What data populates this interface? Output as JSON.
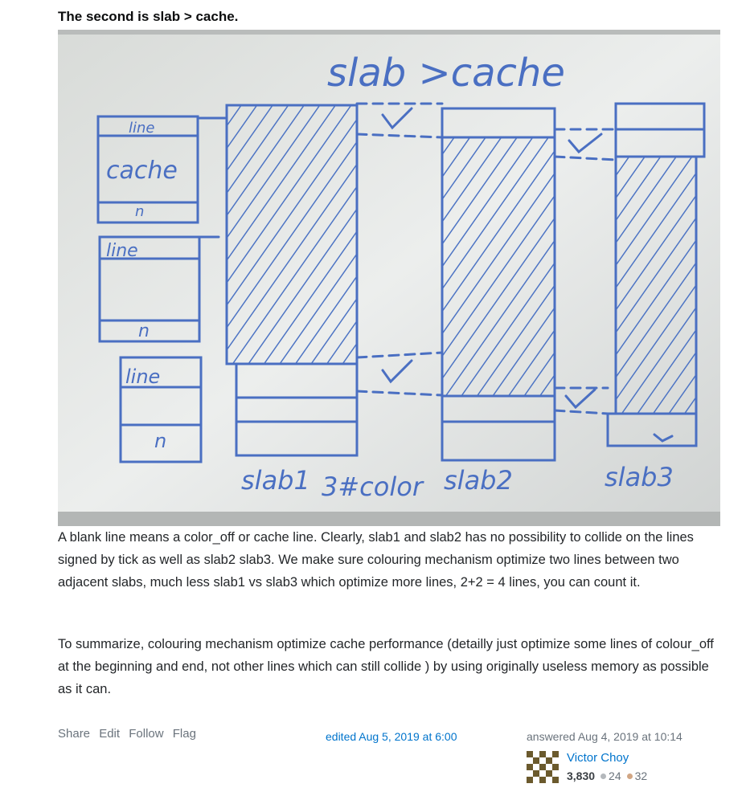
{
  "heading": "The second is slab > cache.",
  "figure": {
    "title": "slab >cache",
    "cache_labels": [
      "line",
      "cache",
      "n",
      "line",
      "n",
      "line",
      "n"
    ],
    "slab_labels": [
      "slab1",
      "slab2",
      "slab3"
    ],
    "color_note": "3#color"
  },
  "paragraphs": [
    "A blank line means a color_off or cache line. Clearly, slab1 and slab2 has no possibility to collide on the lines signed by tick as well as slab2 slab3. We make sure colouring mechanism optimize two lines between two adjacent slabs, much less slab1 vs slab3 which optimize more lines, 2+2 = 4 lines, you can count it.",
    "To summarize, colouring mechanism optimize cache performance (detailly just optimize some lines of colour_off at the beginning and end, not other lines which can still collide ) by using originally useless memory as possible as it can."
  ],
  "post_menu": {
    "share": "Share",
    "edit": "Edit",
    "follow": "Follow",
    "flag": "Flag"
  },
  "edited": "edited Aug 5, 2019 at 6:00",
  "answered": "answered Aug 4, 2019 at 10:14",
  "user": {
    "name": "Victor Choy",
    "reputation": "3,830",
    "silver": "24",
    "bronze": "32"
  }
}
